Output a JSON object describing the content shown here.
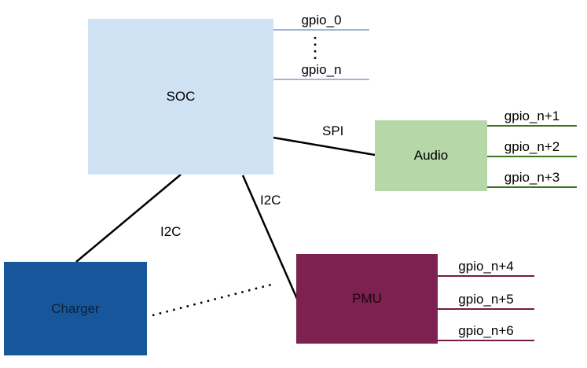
{
  "diagram": {
    "blocks": {
      "soc": {
        "label": "SOC"
      },
      "audio": {
        "label": "Audio"
      },
      "charger": {
        "label": "Charger"
      },
      "pmu": {
        "label": "PMU"
      }
    },
    "connections": {
      "spi": {
        "label": "SPI",
        "style": "solid"
      },
      "i2c_charger": {
        "label": "I2C",
        "style": "solid"
      },
      "i2c_pmu": {
        "label": "I2C",
        "style": "solid"
      },
      "charger_pmu": {
        "label": "",
        "style": "dotted"
      }
    },
    "gpio": {
      "soc": {
        "pins": [
          "gpio_0",
          "gpio_n"
        ],
        "ellipsis": "⋮"
      },
      "audio": {
        "pins": [
          "gpio_n+1",
          "gpio_n+2",
          "gpio_n+3"
        ]
      },
      "pmu": {
        "pins": [
          "gpio_n+4",
          "gpio_n+5",
          "gpio_n+6"
        ]
      }
    },
    "colors": {
      "soc_fill": "#cfe2f3",
      "audio_fill": "#b6d7a8",
      "charger_fill": "#17569b",
      "pmu_fill": "#7c2150",
      "soc_gpio_line": "#9fb6d9",
      "audio_gpio_line": "#38761d",
      "pmu_gpio_line": "#741b47",
      "connector_line": "#000000"
    }
  }
}
